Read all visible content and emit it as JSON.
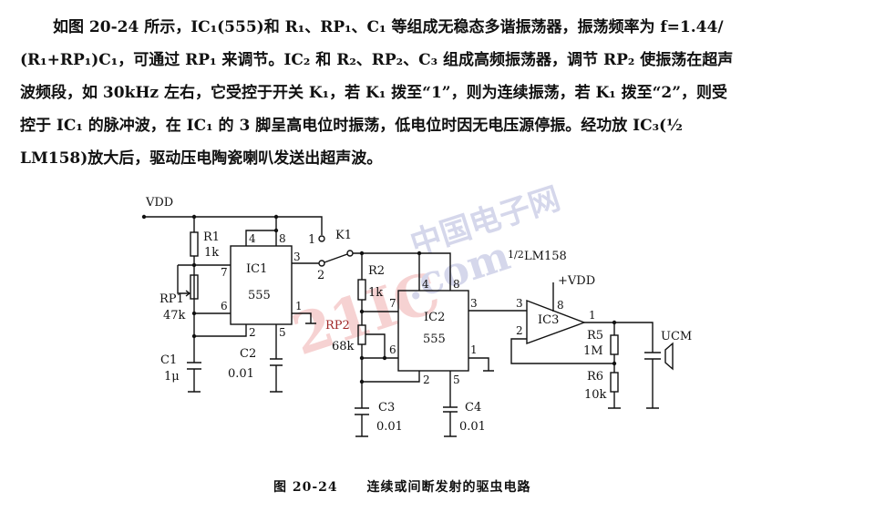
{
  "paragraph": {
    "lines": [
      "如图 20-24 所示，IC₁(555)和 R₁、RP₁、C₁ 等组成无稳态多谐振荡器，振荡频率为 f=1.44/",
      "(R₁+RP₁)C₁，可通过 RP₁ 来调节。IC₂ 和 R₂、RP₂、C₃ 组成高频振荡器，调节 RP₂ 使振荡在超声",
      "波频段，如 30kHz 左右，它受控于开关 K₁，若 K₁ 拨至“1”，则为连续振荡，若 K₁ 拨至“2”，则受",
      "控于 IC₁ 的脉冲波，在 IC₁ 的 3 脚呈高电位时振荡，低电位时因无电压源停振。经功放 IC₃(½",
      "LM158)放大后，驱动压电陶瓷喇叭发送出超声波。"
    ]
  },
  "circuit": {
    "vdd": "VDD",
    "r1": "R1",
    "r1_val": "1k",
    "rp1": "RP1",
    "rp1_val": "47k",
    "c1": "C1",
    "c1_val": "1μ",
    "c2": "C2",
    "c2_val": "0.01",
    "ic1": "IC1",
    "ic1_type": "555",
    "k1": "K1",
    "k1_pos1": "1",
    "k1_pos2": "2",
    "r2": "R2",
    "r2_val": "1k",
    "rp2": "RP2",
    "rp2_val": "68k",
    "ic2": "IC2",
    "ic2_type": "555",
    "c3": "C3",
    "c3_val": "0.01",
    "c4": "C4",
    "c4_val": "0.01",
    "lm": "LM158",
    "lm_frac": "1/2",
    "vdd_plus": "+VDD",
    "ic3": "IC3",
    "r5": "R5",
    "r5_val": "1M",
    "r6": "R6",
    "r6_val": "10k",
    "ucm": "UCM",
    "pins": {
      "p1": "1",
      "p2": "2",
      "p3": "3",
      "p4": "4",
      "p5": "5",
      "p6": "6",
      "p7": "7",
      "p8": "8"
    }
  },
  "watermark": {
    "text": "21IC.com",
    "text_cn": "中国电子网"
  },
  "caption": {
    "figure": "图 20-24",
    "title": "连续或间断发射的驱虫电路"
  }
}
